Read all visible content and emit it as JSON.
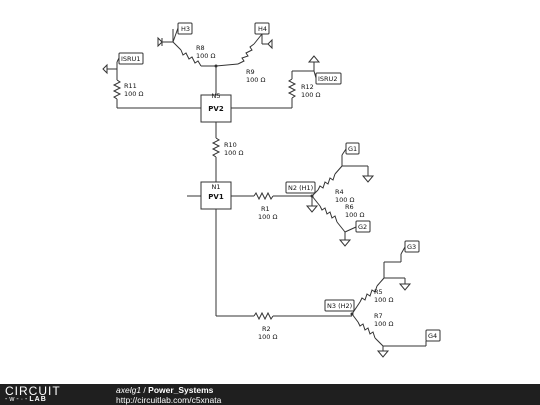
{
  "blocks": [
    {
      "id": "N5",
      "name": "PV2"
    },
    {
      "id": "N1",
      "name": "PV1"
    }
  ],
  "resistors": [
    {
      "name": "R8",
      "value": "100 Ω"
    },
    {
      "name": "R9",
      "value": "100 Ω"
    },
    {
      "name": "R10",
      "value": "100 Ω"
    },
    {
      "name": "R11",
      "value": "100 Ω"
    },
    {
      "name": "R12",
      "value": "100 Ω"
    },
    {
      "name": "R1",
      "value": "100 Ω"
    },
    {
      "name": "R4",
      "value": "100 Ω"
    },
    {
      "name": "R6",
      "value": "100 Ω"
    },
    {
      "name": "R5",
      "value": "100 Ω"
    },
    {
      "name": "R7",
      "value": "100 Ω"
    },
    {
      "name": "R2",
      "value": "100 Ω"
    }
  ],
  "flags": [
    "H3",
    "H4",
    "ISRU1",
    "ISRU2",
    "G1",
    "G2",
    "G3",
    "G4"
  ],
  "nodes": [
    "N2 (H1)",
    "N3 (H2)"
  ],
  "footer": {
    "logo_top": "CIRCUIT",
    "logo_bottom_prefix": "-w-·-",
    "logo_bottom_lab": "LAB",
    "author": "axelg1",
    "separator": " / ",
    "project": "Power_Systems",
    "url": "http://circuitlab.com/c5xnata"
  }
}
